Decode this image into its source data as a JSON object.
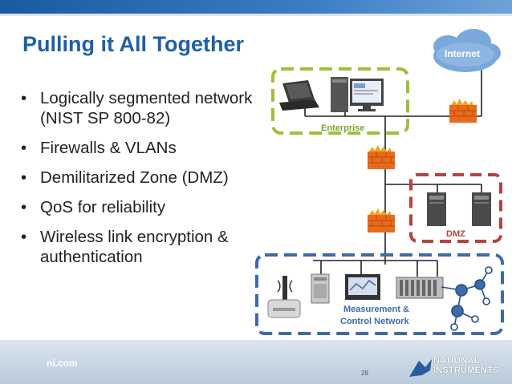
{
  "slide": {
    "title": "Pulling it All Together",
    "bullets": [
      {
        "marker": "•",
        "text": "Logically segmented network (NIST SP 800-82)"
      },
      {
        "marker": "•",
        "text": "Firewalls & VLANs"
      },
      {
        "marker": "•",
        "text": "Demilitarized Zone (DMZ)"
      },
      {
        "marker": "•",
        "text": "QoS for reliability"
      },
      {
        "marker": "•",
        "text": "Wireless link encryption & authentication"
      }
    ]
  },
  "diagram": {
    "internet_label": "Internet",
    "enterprise_label": "Enterprise",
    "dmz_label": "DMZ",
    "measurement_label_line1": "Measurement &",
    "measurement_label_line2": "Control Network",
    "colors": {
      "enterprise_border": "#9dc03b",
      "dmz_border": "#b5433f",
      "measurement_border": "#3f6aa8",
      "label_green": "#7fa12b",
      "label_red": "#b5433f",
      "label_blue": "#3f6aa8",
      "firewall": "#e86a1a",
      "internet_cloud": "#6e9fd6"
    },
    "icons": [
      "laptop-icon",
      "desktop-icon",
      "firewall-icon",
      "server-icon",
      "wireless-icon",
      "controller-icon",
      "hmi-panel-icon",
      "io-chassis-icon",
      "sensor-network-icon",
      "cloud-icon"
    ]
  },
  "footer": {
    "url": "ni.com",
    "page_number": "28",
    "brand_line1": "NATIONAL",
    "brand_line2": "INSTRUMENTS",
    "brand_color": "#2a5d9f"
  }
}
